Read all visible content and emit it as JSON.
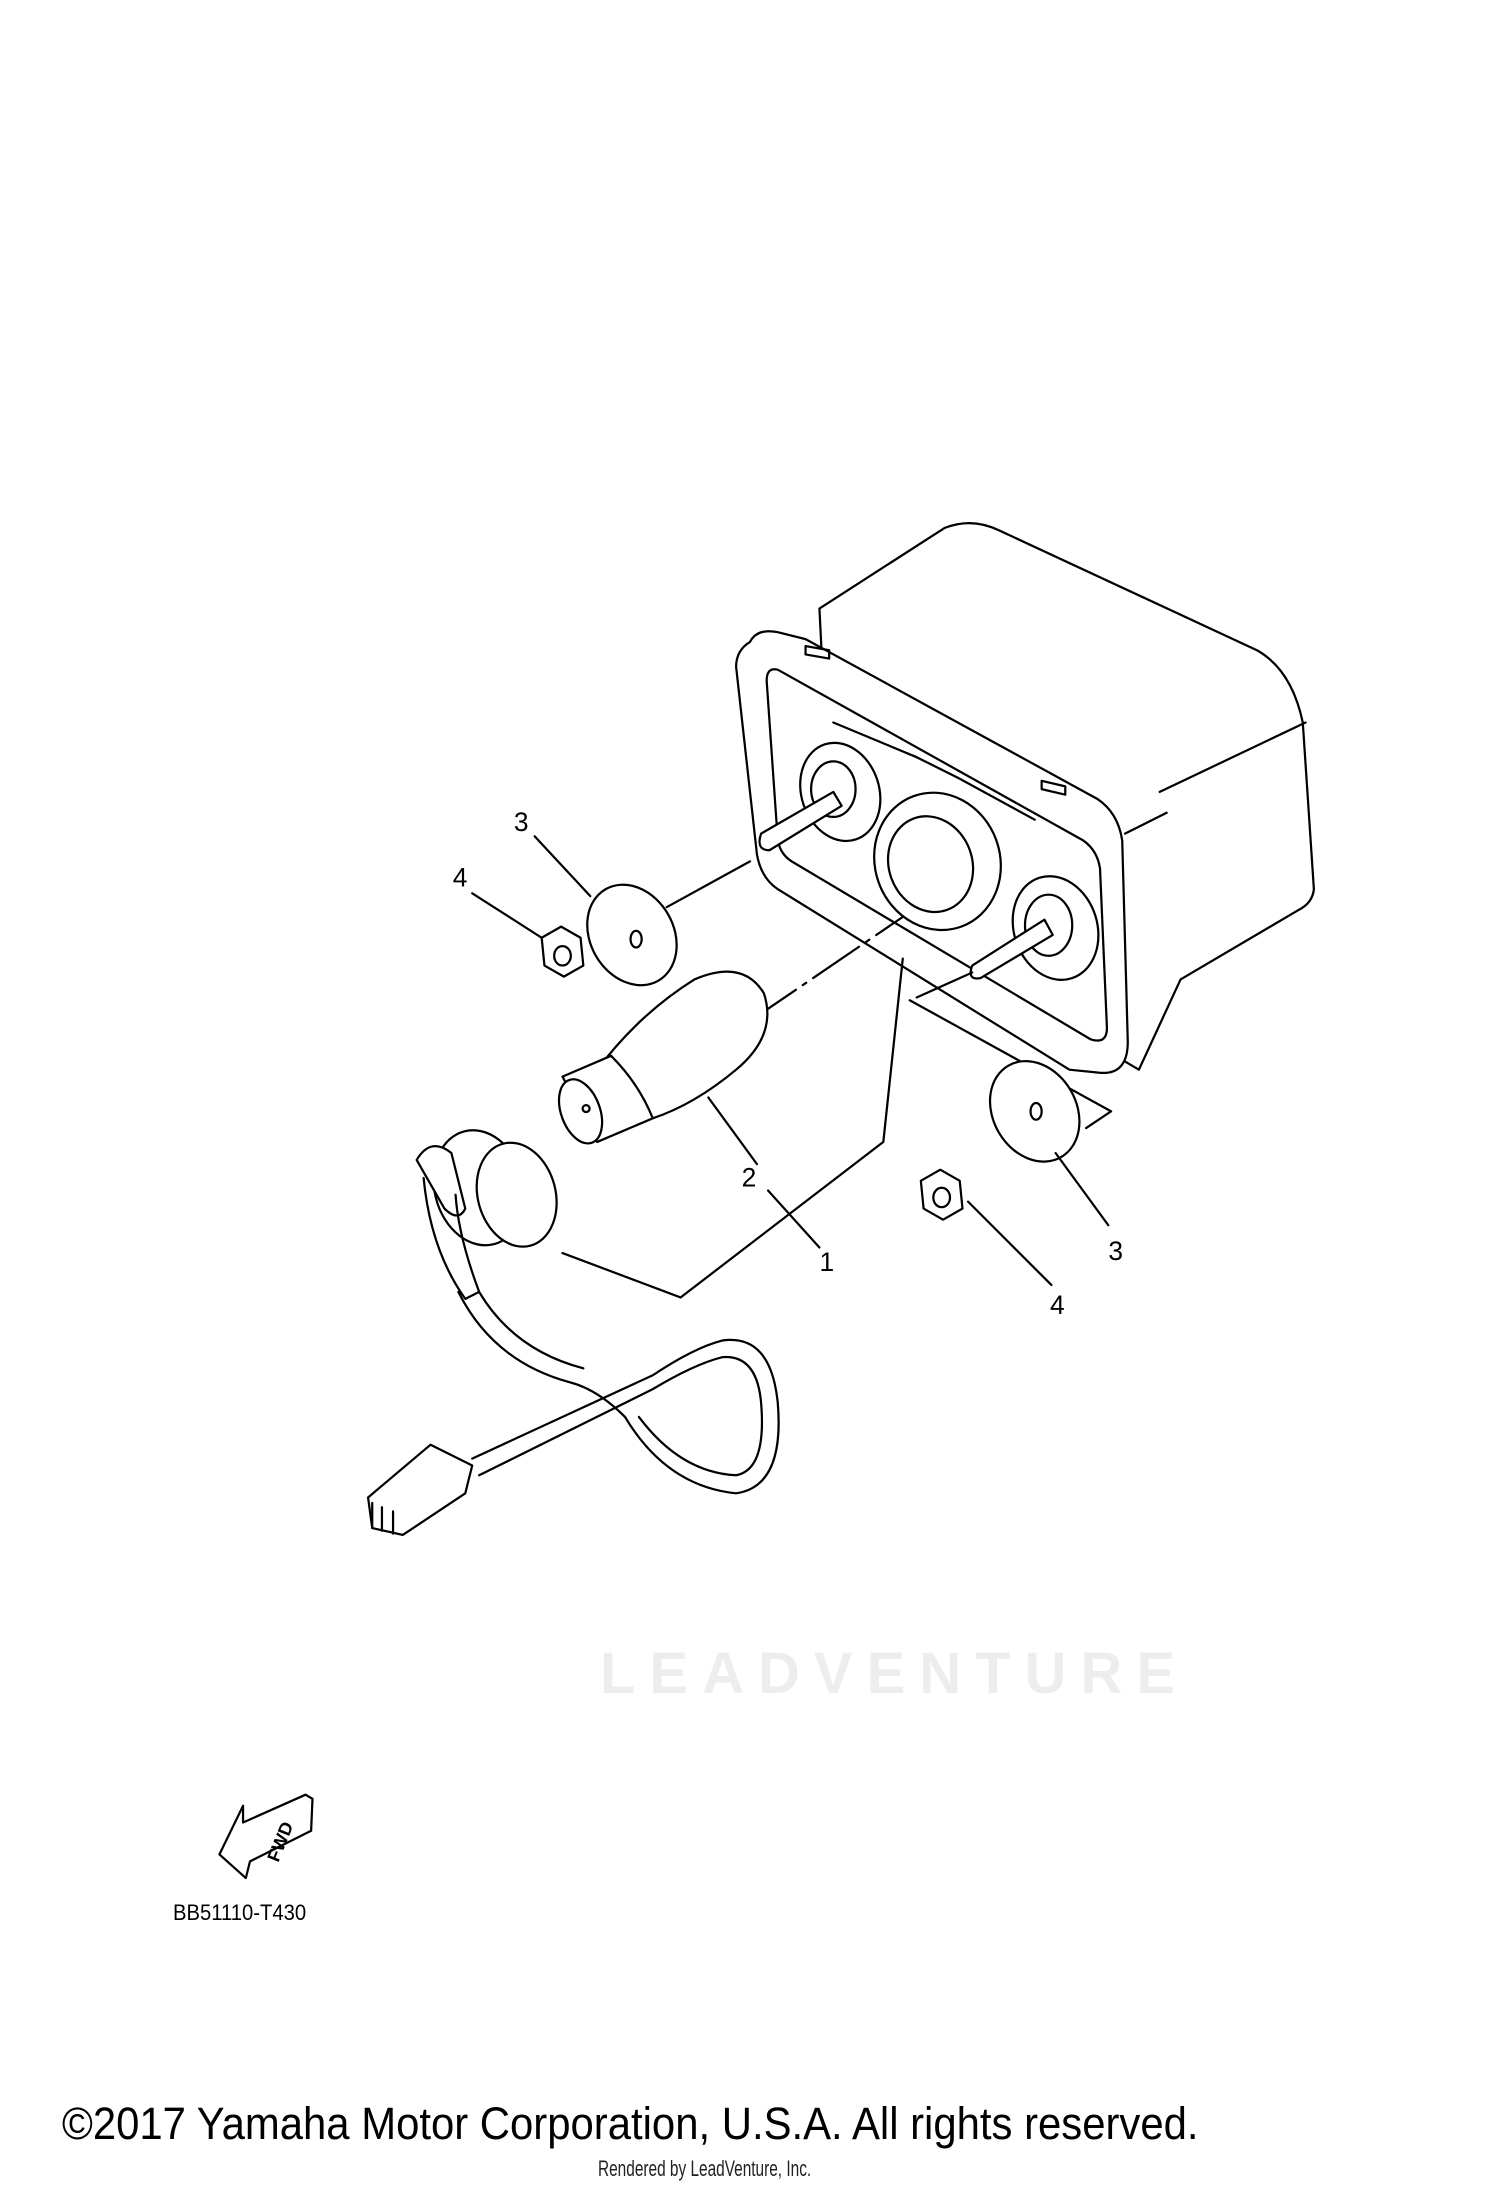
{
  "diagram": {
    "callouts": [
      {
        "id": "callout-3-left",
        "label": "3"
      },
      {
        "id": "callout-4-left",
        "label": "4"
      },
      {
        "id": "callout-2",
        "label": "2"
      },
      {
        "id": "callout-1",
        "label": "1"
      },
      {
        "id": "callout-3-right",
        "label": "3"
      },
      {
        "id": "callout-4-right",
        "label": "4"
      }
    ],
    "fwd_label": "FWD",
    "diagram_code": "BB51110-T430",
    "watermark": "LEADVENTURE"
  },
  "footer": {
    "copyright": "©2017 Yamaha Motor Corporation, U.S.A. All rights reserved.",
    "rendered_by": "Rendered by LeadVenture, Inc."
  },
  "colors": {
    "line": "#000000",
    "background": "#ffffff"
  }
}
